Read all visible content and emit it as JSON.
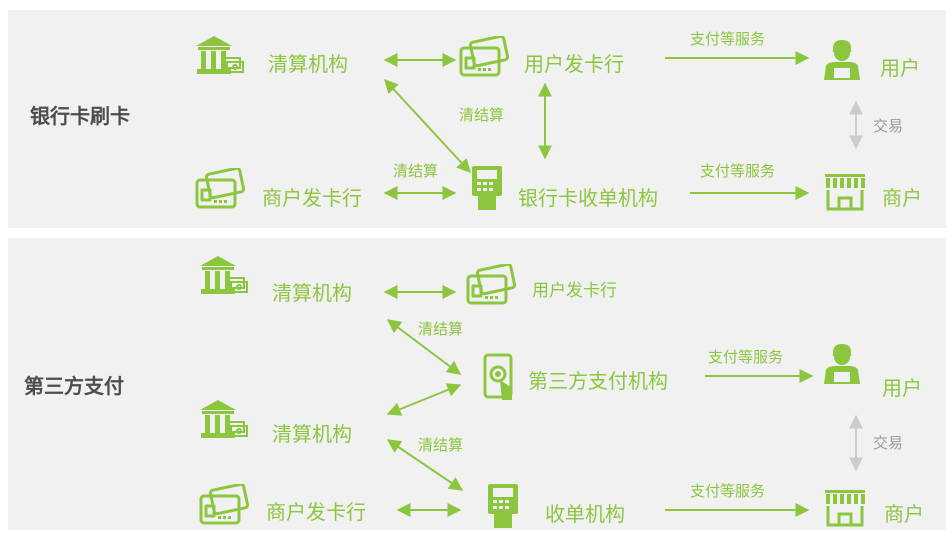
{
  "colors": {
    "accent": "#8cc63f",
    "panel": "#f1f1f1",
    "title": "#4d4d4d",
    "gray_arrow": "#cccccc"
  },
  "top": {
    "title": "银行卡刷卡",
    "clearing_org": "清算机构",
    "user_issuer": "用户发卡行",
    "user": "用户",
    "merchant_issuer": "商户发卡行",
    "acquirer": "银行卡收单机构",
    "merchant": "商户",
    "edge_settle_middle": "清结算",
    "edge_settle_left": "清结算",
    "edge_service_top": "支付等服务",
    "edge_service_bottom": "支付等服务",
    "edge_trade": "交易"
  },
  "bottom": {
    "title": "第三方支付",
    "clearing_org_1": "清算机构",
    "user_issuer": "用户发卡行",
    "third_party": "第三方支付机构",
    "user": "用户",
    "clearing_org_2": "清算机构",
    "merchant_issuer": "商户发卡行",
    "acquirer": "收单机构",
    "merchant": "商户",
    "edge_settle_upper": "清结算",
    "edge_settle_lower": "清结算",
    "edge_service_top": "支付等服务",
    "edge_service_bottom": "支付等服务",
    "edge_trade": "交易"
  },
  "icons": [
    "bank-icon",
    "card-icon",
    "user-icon",
    "pos-terminal-icon",
    "store-icon",
    "mobile-payment-icon"
  ]
}
